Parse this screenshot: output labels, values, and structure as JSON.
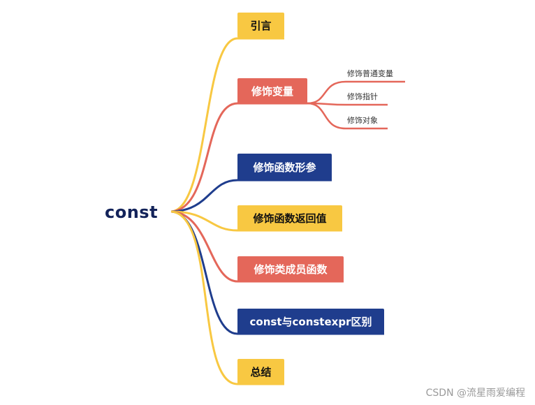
{
  "root": {
    "label": "const"
  },
  "branches": [
    {
      "label": "引言",
      "color": "yellow"
    },
    {
      "label": "修饰变量",
      "color": "orange",
      "children": [
        "修饰普通变量",
        "修饰指针",
        "修饰对象"
      ]
    },
    {
      "label": "修饰函数形参",
      "color": "blue"
    },
    {
      "label": "修饰函数返回值",
      "color": "yellow"
    },
    {
      "label": "修饰类成员函数",
      "color": "orange"
    },
    {
      "label": "const与constexpr区别",
      "color": "blue"
    },
    {
      "label": "总结",
      "color": "yellow"
    }
  ],
  "colors": {
    "yellow": "#f8c842",
    "orange": "#e4675a",
    "blue": "#1f3d8d"
  },
  "watermark": "CSDN @流星雨爱编程"
}
